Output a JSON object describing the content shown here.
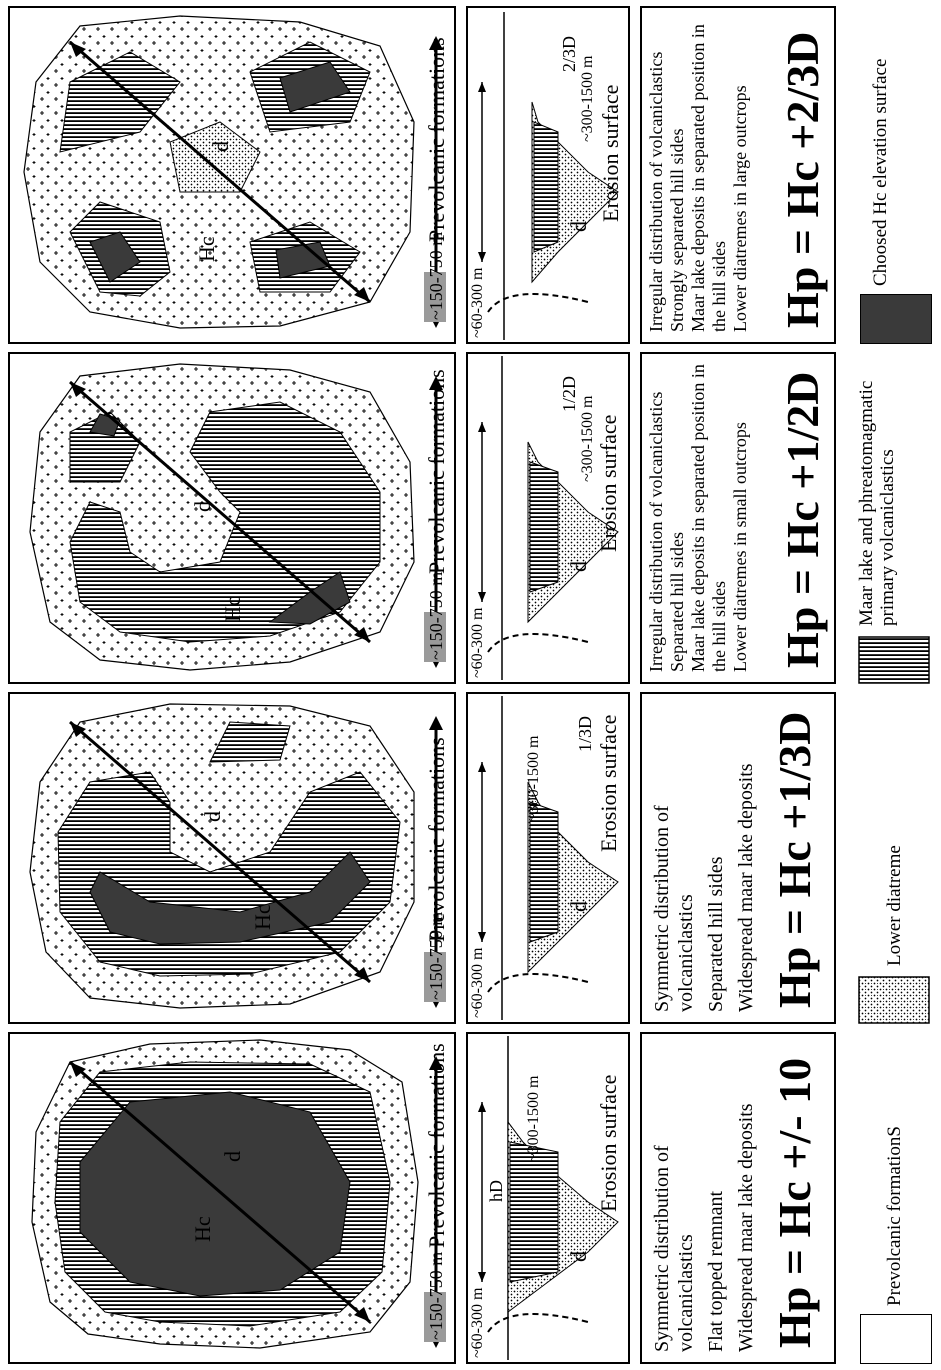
{
  "panels": [
    {
      "map": {
        "formation_label": "Prevolcanic formations",
        "scale_label": "~150-750 m",
        "hc_label": "Hc",
        "d_label": "d"
      },
      "section": {
        "title": "Erosion surface",
        "d_label": "d",
        "hd_label": "hD",
        "depth_label": "~60-300 m",
        "width_label": "~300-1500 m",
        "level_label": ""
      },
      "description": [
        "Symmetric distribution of volcaniclastics",
        "Flat topped remnant",
        "Widespread maar lake deposits"
      ],
      "formula": "Hp = Hc +/- 10"
    },
    {
      "map": {
        "formation_label": "Prevolcanic formations",
        "scale_label": "~150-750 m",
        "hc_label": "Hc",
        "d_label": "d"
      },
      "section": {
        "title": "Erosion surface",
        "d_label": "d",
        "hd_label": "",
        "depth_label": "~60-300 m",
        "width_label": "~300-1500 m",
        "level_label": "1/3D"
      },
      "description": [
        "Symmetric distribution of volcaniclastics",
        "Separated hill sides",
        "Widespread maar lake deposits"
      ],
      "formula": "Hp = Hc +1/3D"
    },
    {
      "map": {
        "formation_label": "Prevolcanic formations",
        "scale_label": "~150-750 m",
        "hc_label": "Hc",
        "d_label": "d"
      },
      "section": {
        "title": "Erosion surface",
        "d_label": "d",
        "hd_label": "",
        "depth_label": "~60-300 m",
        "width_label": "~300-1500 m",
        "level_label": "1/2D"
      },
      "description": [
        "Irregular distribution of volcaniclastics",
        "Separated hill sides",
        "Maar lake deposits in separated position in the hill sides",
        "Lower diatremes in small outcrops"
      ],
      "formula": "Hp = Hc +1/2D"
    },
    {
      "map": {
        "formation_label": "Prevolcanic formations",
        "scale_label": "~150-750 m",
        "hc_label": "Hc",
        "d_label": "d"
      },
      "section": {
        "title": "Erosion surface",
        "d_label": "d",
        "hd_label": "",
        "depth_label": "~60-300 m",
        "width_label": "~300-1500 m",
        "level_label": "2/3D"
      },
      "description": [
        "Irregular distribution of volcaniclastics",
        "Strongly separated hill sides",
        "Maar lake deposits in separated position in the hill sides",
        "Lower diatremes in large outcrops"
      ],
      "formula": "Hp = Hc +2/3D"
    }
  ],
  "legend": [
    {
      "label": "Prevolcanic formationS",
      "pattern": "blank"
    },
    {
      "label": "Lower diatreme",
      "pattern": "dots"
    },
    {
      "label": "Maar lake and phreatomagmatic primary volcaniclastics",
      "pattern": "vlines"
    },
    {
      "label": "Choosed Hc elevation surface",
      "pattern": "dark"
    }
  ],
  "colors": {
    "ink": "#000000",
    "dark_fill": "#3a3a3a",
    "scale_fill": "#9a9a9a"
  }
}
